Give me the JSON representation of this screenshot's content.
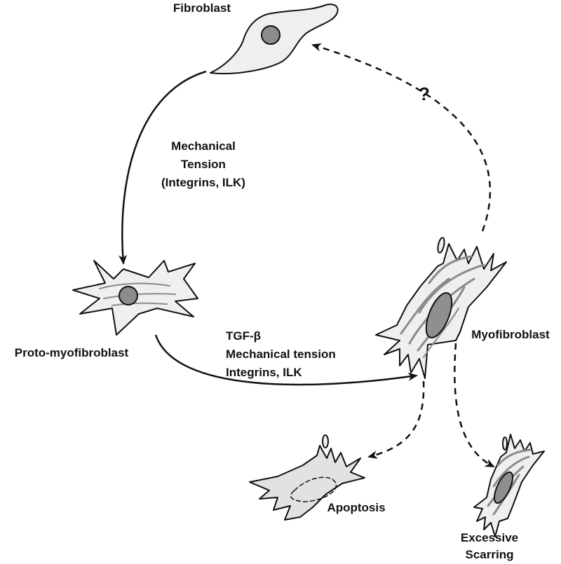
{
  "colors": {
    "line": "#111111",
    "cell_fill": "#efefef",
    "nucleus": "#8c8c8c",
    "fiber": "#8a8a8a",
    "myofibroblast_nucleus": "#8f8f8f"
  },
  "cells": {
    "fibroblast": {
      "label": "Fibroblast"
    },
    "proto_myofibroblast": {
      "label": "Proto-myofibroblast"
    },
    "myofibroblast": {
      "label": "Myofibroblast"
    },
    "apoptosis": {
      "label": "Apoptosis"
    },
    "scarring": {
      "label_line1": "Excessive",
      "label_line2": "Scarring"
    }
  },
  "arrows": {
    "fibroblast_to_proto": {
      "line1": "Mechanical",
      "line2": "Tension",
      "line3": "(Integrins, ILK)",
      "style": "solid"
    },
    "proto_to_myo": {
      "line1": "TGF-β",
      "line2": "Mechanical tension",
      "line3": "Integrins, ILK",
      "style": "solid"
    },
    "myo_to_fibroblast": {
      "label": "?",
      "style": "dashed"
    },
    "myo_to_apoptosis": {
      "style": "dashed"
    },
    "myo_to_scarring": {
      "style": "dashed"
    }
  }
}
